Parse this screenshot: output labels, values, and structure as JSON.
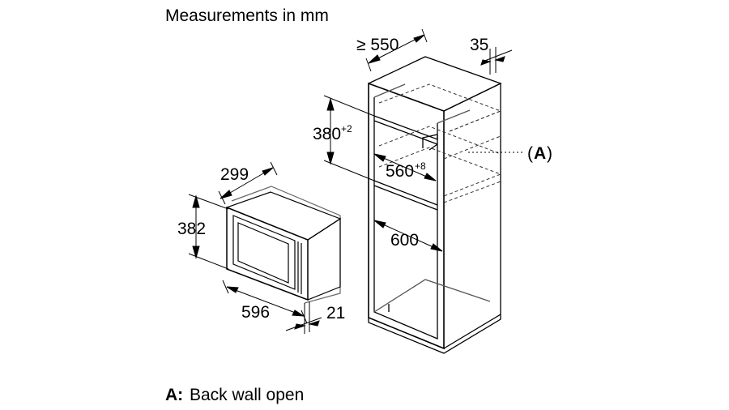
{
  "header": {
    "title": "Measurements in mm"
  },
  "appliance": {
    "depth": "299",
    "height": "382",
    "width": "596",
    "front_thickness": "21"
  },
  "cabinet": {
    "depth": "≥ 550",
    "back_gap": "35",
    "niche_height": "380",
    "niche_height_tolerance": "+2",
    "niche_width": "560",
    "niche_width_tolerance": "+8",
    "niche_depth": "600",
    "callout": "A"
  },
  "legend": {
    "key": "A:",
    "text": "Back wall open"
  }
}
